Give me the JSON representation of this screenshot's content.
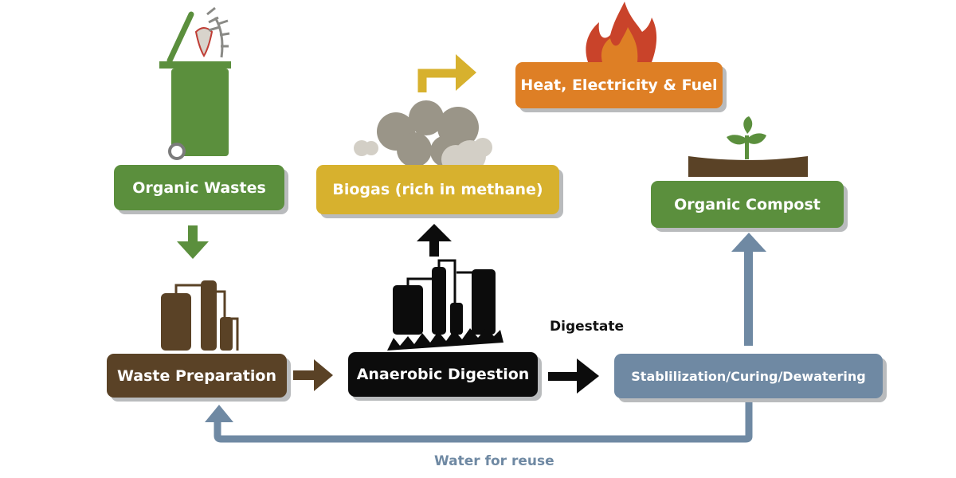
{
  "nodes": {
    "organic_wastes": "Organic Wastes",
    "biogas": "Biogas (rich in methane)",
    "heat": "Heat, Electricity & Fuel",
    "compost": "Organic Compost",
    "waste_prep": "Waste Preparation",
    "anaerobic": "Anaerobic Digestion",
    "stabilization": "Stablilization/Curing/Dewatering"
  },
  "edge_labels": {
    "digestate": "Digestate",
    "water_reuse": "Water for reuse"
  },
  "colors": {
    "green": "#5b8f3d",
    "yellow": "#d7b12e",
    "orange": "#de7f25",
    "brown": "#5a4226",
    "black": "#0c0c0c",
    "slate": "#6f89a3",
    "flame": "#c9432a",
    "smoke": "#9a9588"
  }
}
